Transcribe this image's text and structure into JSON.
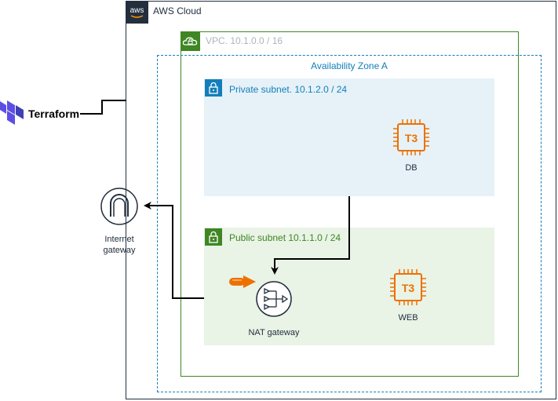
{
  "terraform": {
    "label": "Terraform"
  },
  "cloud": {
    "badge_text": "aws",
    "title": "AWS Cloud"
  },
  "vpc": {
    "title": "VPC. 10.1.0.0 / 16"
  },
  "az": {
    "title": "Availability Zone A"
  },
  "private_subnet": {
    "title": "Private subnet. 10.1.2.0 / 24"
  },
  "public_subnet": {
    "title": "Public subnet  10.1.1.0 / 24"
  },
  "db": {
    "chip_text": "T3",
    "label": "DB"
  },
  "web": {
    "chip_text": "T3",
    "label": "WEB"
  },
  "nat": {
    "label": "NAT gateway"
  },
  "igw": {
    "label_line1": "Internet",
    "label_line2": "gateway"
  },
  "colors": {
    "ec2_orange": "#ed7100",
    "aws_dark": "#232f3e",
    "vpc_green": "#3f8624",
    "az_blue": "#147eba",
    "terraform_purple": "#5c4ee5"
  }
}
